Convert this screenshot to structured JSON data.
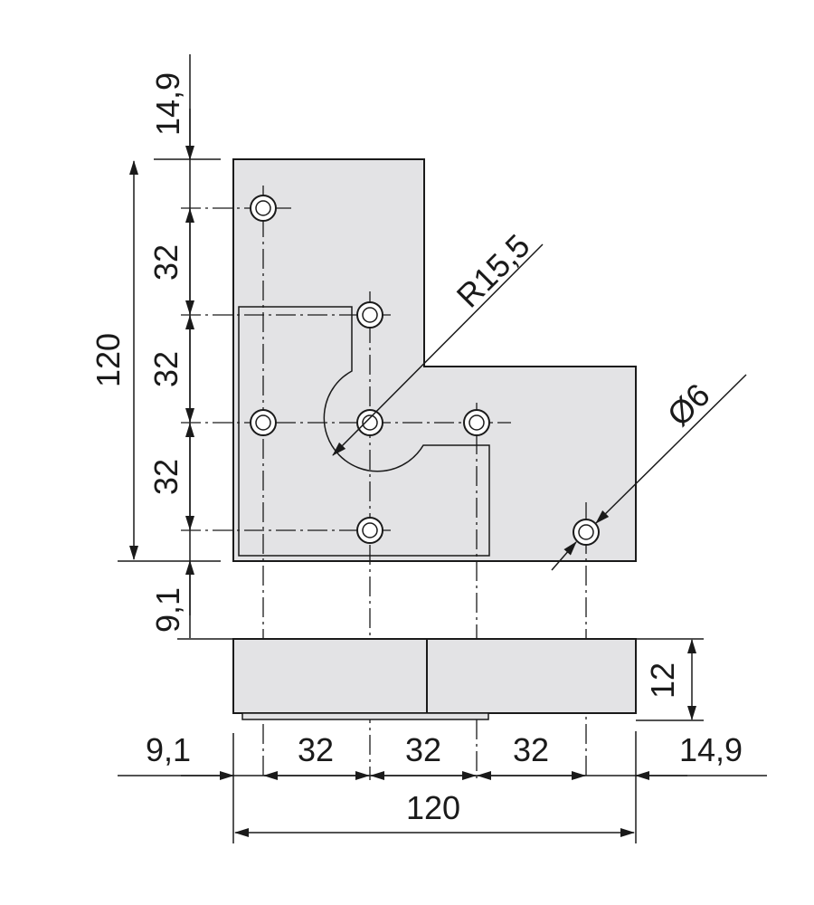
{
  "drawing": {
    "hole_spacing_label": "32",
    "overall_width_label": "120",
    "overall_height_label": "120",
    "left_margin_label": "9,1",
    "right_margin_label": "14,9",
    "top_margin_label": "14,9",
    "bottom_margin_label": "9,1",
    "thickness_label": "12",
    "radius_label": "R15,5",
    "hole_diameter_label": "Ø6",
    "line_color": "#1a1a1a",
    "part_fill": "#e3e3e5"
  }
}
